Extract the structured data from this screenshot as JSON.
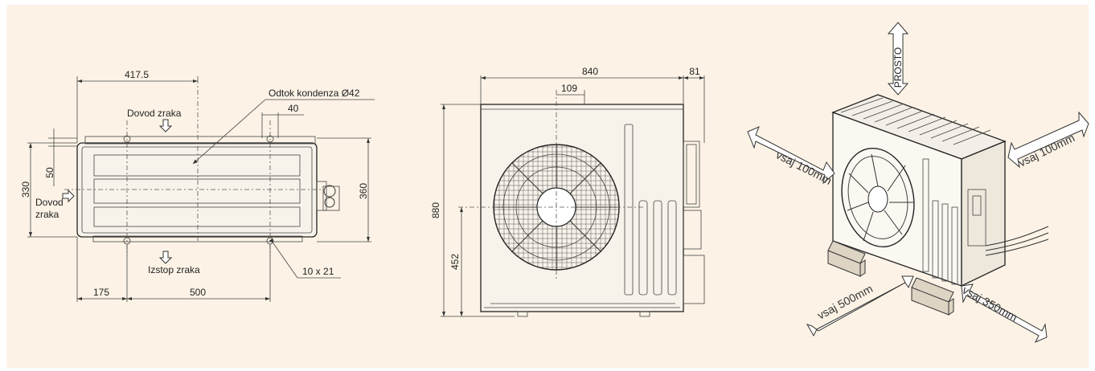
{
  "top_view": {
    "dim_417": "417.5",
    "condensate_label": "Odtok kondenza Ø42",
    "dim_40": "40",
    "air_in_label": "Dovod zraka",
    "dim_50": "50",
    "dim_330": "330",
    "side_air_in_line1": "Dovod",
    "side_air_in_line2": "zraka",
    "dim_360": "360",
    "air_out_label": "Izstop zraka",
    "slot_label": "10 x 21",
    "dim_175": "175",
    "dim_500": "500"
  },
  "front_view": {
    "dim_840": "840",
    "dim_81": "81",
    "dim_109": "109",
    "dim_880": "880",
    "dim_452": "452"
  },
  "clearance_view": {
    "top_label": "PROSTO",
    "left_label": "vsaj 100mm",
    "right_label": "vsaj 100mm",
    "front_left_label": "vsaj 500mm",
    "front_right_label": "vsaj 350mm"
  }
}
